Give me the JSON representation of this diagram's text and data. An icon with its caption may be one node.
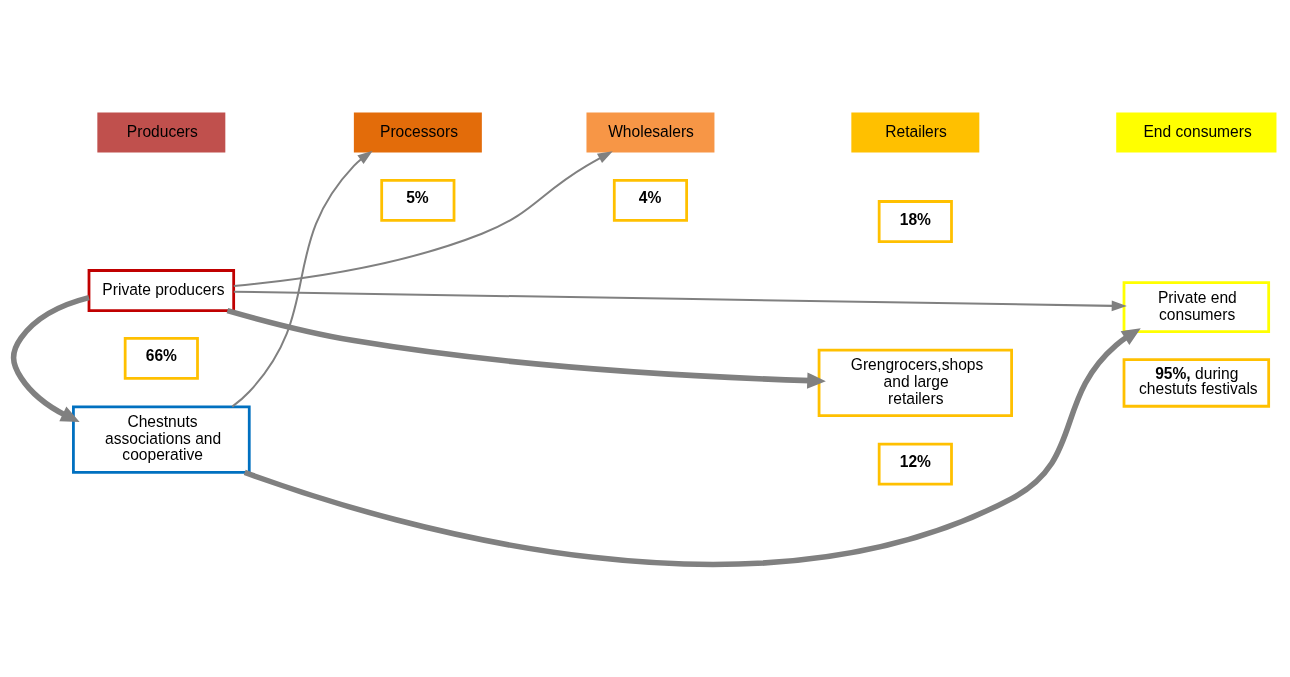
{
  "diagram": {
    "nodes": [
      {
        "text": [
          "Producers"
        ]
      },
      {
        "text": [
          "Processors"
        ]
      },
      {
        "text": [
          "Wholesalers"
        ]
      },
      {
        "text": [
          "Retailers"
        ]
      },
      {
        "text": [
          "End consumers"
        ]
      },
      {
        "text": [
          "5%"
        ]
      },
      {
        "text": [
          "4%"
        ]
      },
      {
        "text": [
          "18%"
        ]
      },
      {
        "text": [
          "Grengrocers,shops and large retailers"
        ]
      },
      {
        "text": [
          "Private producers"
        ]
      },
      {
        "text": [
          "Private end consumers"
        ]
      },
      {
        "text": [
          "66%"
        ]
      },
      {
        "text": [
          "12%"
        ]
      },
      {
        "text": [
          "Chestnuts associations and cooperative"
        ]
      },
      {
        "text": [
          "**95%,** during chestuts festivals"
        ]
      }
    ],
    "edges": [
      {
        "from": 13,
        "to": 1,
        "arrow": "to"
      },
      {
        "from": 9,
        "to": 2,
        "arrow": "to"
      },
      {
        "from": 9,
        "to": 8,
        "arrow": "to",
        "style": "thick"
      },
      {
        "from": 9,
        "to": 10,
        "arrow": "to"
      },
      {
        "from": 9,
        "to": 13,
        "arrow": "to",
        "style": "thick"
      },
      {
        "from": 13,
        "to": 10,
        "arrow": "to",
        "style": "thick"
      }
    ]
  }
}
